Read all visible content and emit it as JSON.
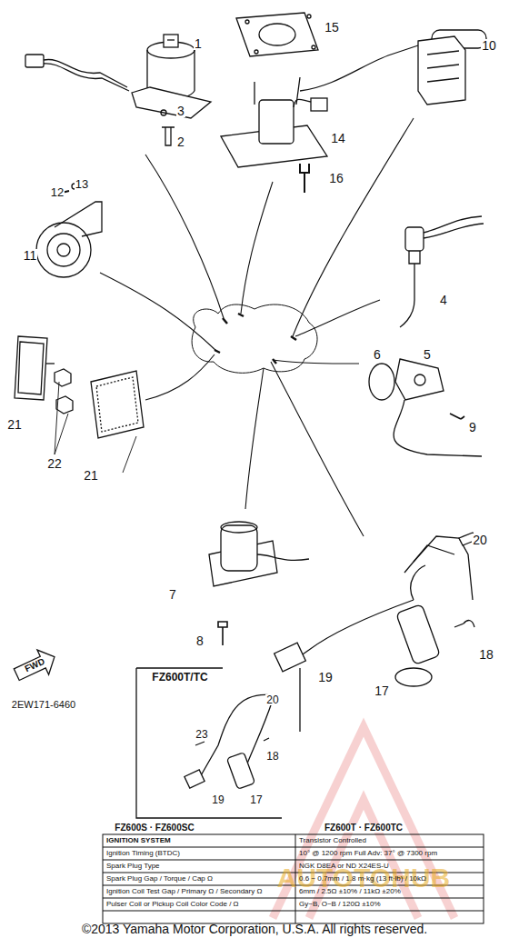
{
  "diagram": {
    "labels": [
      "1",
      "15",
      "10",
      "3",
      "2",
      "14",
      "16",
      "13",
      "12",
      "11",
      "4",
      "6",
      "5",
      "9",
      "21",
      "22",
      "21",
      "20",
      "7",
      "8",
      "19",
      "17",
      "18",
      "2EW171-6460",
      "FWD",
      "FZ600T/TC",
      "20",
      "23",
      "18",
      "19",
      "17",
      "FZ600S · FZ600SC",
      "FZ600T · FZ600TC",
      "IGNITION SYSTEM",
      "Transistor Controlled",
      "Ignition Timing (BTDC)",
      "10° @ 1200 rpm     Full Adv: 37° @ 7300 rpm",
      "Spark Plug Type",
      "NGK D8EA or ND X24ES-U",
      "Spark Plug Gap / Torque / Cap Ω",
      "0.6 ~ 0.7mm / 1.8 m·kg (13 ft·lb) / 10kΩ",
      "Ignition Coil Test Gap / Primary Ω / Secondary Ω",
      "6mm / 2.5Ω ±10% / 11kΩ ±20%",
      "Pulser Coil or Pickup Coil Color Code / Ω",
      "Gy~B, O~B / 120Ω ±10%",
      "AUTOTOHUB",
      "©2013 Yamaha Motor Corporation, U.S.A. All rights reserved."
    ]
  }
}
